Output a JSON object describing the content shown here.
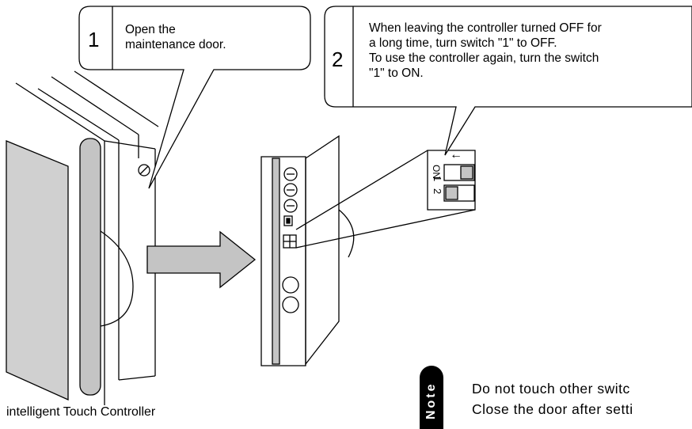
{
  "callout1": {
    "number": "1",
    "lines": [
      "Open the",
      "maintenance door."
    ]
  },
  "callout2": {
    "number": "2",
    "lines": [
      "When leaving the controller turned OFF for",
      "a long time, turn switch \"1\" to OFF.",
      "To use the controller again, turn the switch",
      "\"1\" to ON."
    ]
  },
  "switch_detail": {
    "on_label": "ON",
    "pos1": "1",
    "pos2": "2",
    "arrow": "←"
  },
  "caption": "intelligent Touch Controller",
  "note": {
    "label": "Note",
    "lines": [
      "Do not touch other switc",
      "Close the door after setti"
    ]
  }
}
